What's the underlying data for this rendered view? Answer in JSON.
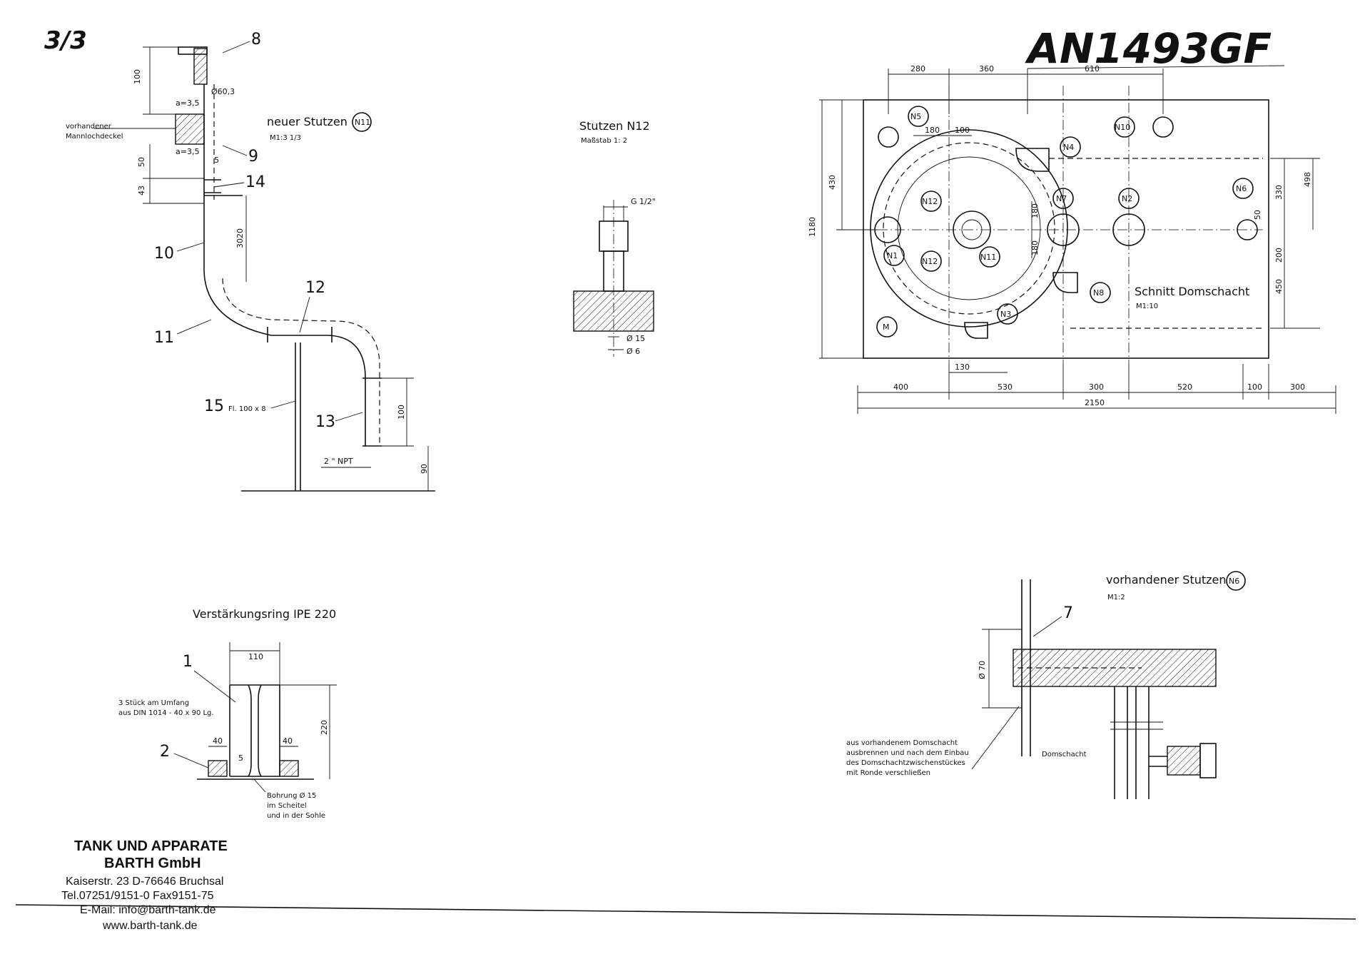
{
  "header": {
    "sheet_number": "3/3",
    "drawing_id": "AN1493GF"
  },
  "drawings": {
    "n11": {
      "title": "neuer Stutzen",
      "tag": "N11",
      "scale": "M1:3 1/3",
      "note_manhole_cover": [
        "vorhandener",
        "Mannlochdeckel"
      ],
      "dims": [
        "100",
        "Ø60,3",
        "a=3,5",
        "a=3,5",
        "5",
        "50",
        "43",
        "3020",
        "100",
        "90",
        "2 \" NPT"
      ],
      "flatbar": "Fl. 100 x 8",
      "callouts": [
        "8",
        "9",
        "14",
        "10",
        "11",
        "12",
        "13",
        "15"
      ]
    },
    "n12": {
      "title": "Stutzen N12",
      "scale": "Maßstab 1: 2",
      "dims": [
        "G 1/2\"",
        "Ø 15",
        "Ø 6"
      ]
    },
    "dome": {
      "title": "Schnitt Domschacht",
      "scale": "M1:10",
      "nozzles": [
        "N5",
        "N10",
        "N4",
        "N7",
        "N2",
        "N6",
        "N12",
        "N1",
        "N12",
        "N11",
        "N8",
        "N3",
        "M"
      ],
      "top_dims": [
        "280",
        "360",
        "610"
      ],
      "inner_dims": [
        "180",
        "100",
        "180",
        "180"
      ],
      "left_dims": [
        "430",
        "1180"
      ],
      "right_dims": [
        "498",
        "330",
        "50",
        "200",
        "450"
      ],
      "bottom_dims": [
        "130",
        "400",
        "530",
        "300",
        "520",
        "100",
        "300"
      ],
      "overall": "2150"
    },
    "ring": {
      "title": "Verstärkungsring IPE 220",
      "dims": [
        "110",
        "40",
        "40",
        "5",
        "220"
      ],
      "callouts": [
        "1",
        "2"
      ],
      "note_stock": [
        "3 Stück am Umfang",
        "aus DIN 1014 - 40 x 90 Lg."
      ],
      "note_bore": [
        "Bohrung Ø 15",
        "im Scheitel",
        "und in der Sohle"
      ]
    },
    "n6": {
      "title": "vorhandener Stutzen",
      "tag": "N6",
      "scale": "M1:2",
      "callout": "7",
      "dim": "Ø 70",
      "note": [
        "aus vorhandenem Domschacht",
        "ausbrennen und nach dem Einbau",
        "des Domschachtzwischenstückes",
        "mit Ronde verschließen"
      ],
      "label": "Domschacht"
    }
  },
  "company": {
    "name_line1": "TANK UND APPARATE",
    "name_line2": "BARTH GmbH",
    "address": "Kaiserstr. 23  D-76646 Bruchsal",
    "phone": "Tel.07251/9151-0  Fax9151-75",
    "email": "E-Mail: info@barth-tank.de",
    "web": "www.barth-tank.de"
  }
}
